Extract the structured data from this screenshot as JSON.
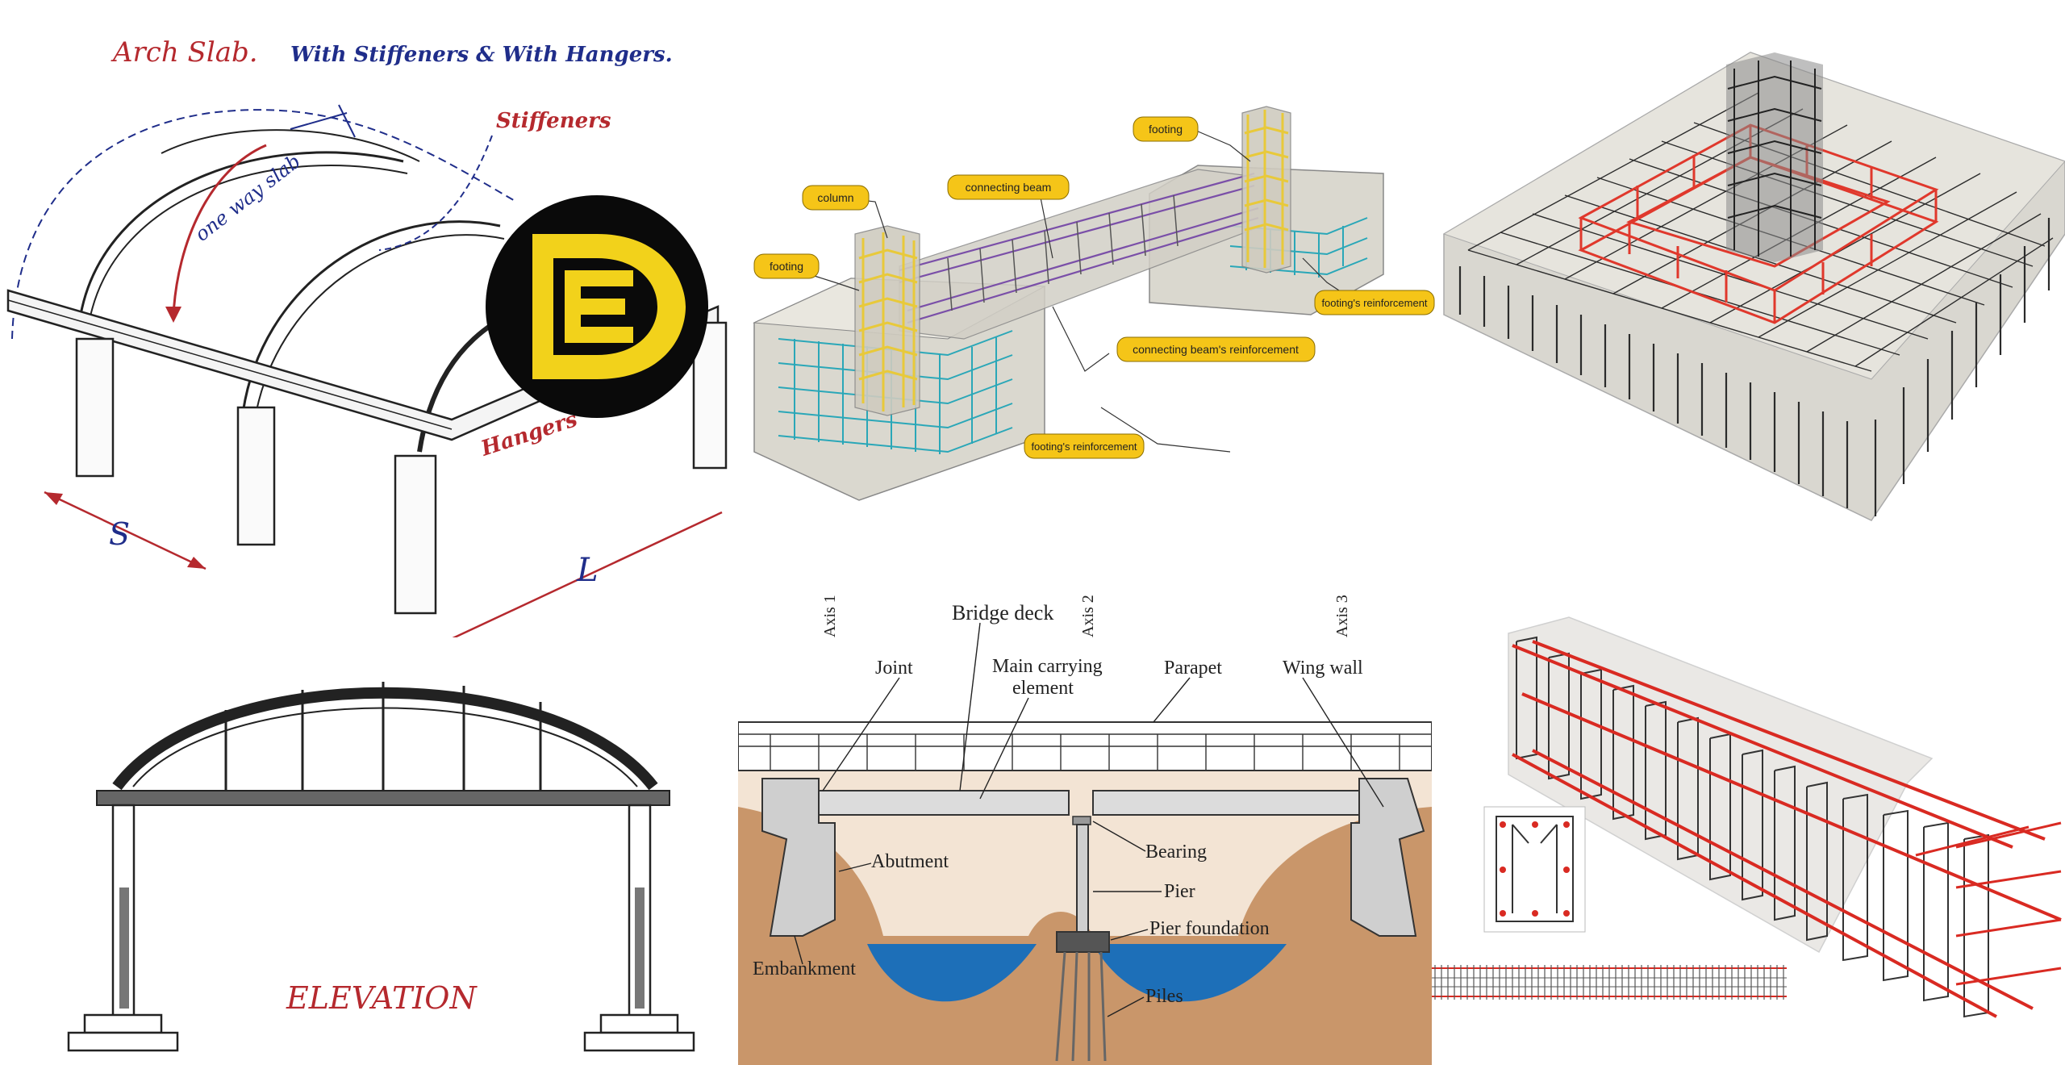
{
  "arch": {
    "title_part1": "Arch Slab.",
    "title_part2": "With Stiffeners & With Hangers.",
    "stiffeners": "Stiffeners",
    "one_way_slab": "one way slab",
    "hangers": "Hangers",
    "s": "S",
    "l": "L"
  },
  "elevation": {
    "label": "ELEVATION"
  },
  "footing": {
    "labels": {
      "column": "column",
      "footing_left": "footing",
      "footing_top": "footing",
      "connecting_beam": "connecting beam",
      "connecting_beam_reinf": "connecting beam's reinforcement",
      "footing_reinf_right": "footing's reinforcement",
      "footing_reinf_bottom": "footing's reinforcement"
    },
    "colors": {
      "label_fill": "#f5c518",
      "rebar_cyan": "#2aa7b8",
      "rebar_purple": "#7a4fa8",
      "column_yellow": "#e8c93a"
    }
  },
  "mat": {
    "colors": {
      "rebar_dark": "#2b2b2b",
      "rebar_red": "#e0382c",
      "concrete": "#d9d7d0"
    }
  },
  "bridge": {
    "axis1": "Axis 1",
    "axis2": "Axis 2",
    "axis3": "Axis 3",
    "bridge_deck": "Bridge deck",
    "joint": "Joint",
    "main_carrying": "Main carrying",
    "element": "element",
    "parapet": "Parapet",
    "wing_wall": "Wing wall",
    "bearing": "Bearing",
    "abutment": "Abutment",
    "pier": "Pier",
    "pier_foundation": "Pier foundation",
    "embankment": "Embankment",
    "piles": "Piles",
    "colors": {
      "soil": "#c9966a",
      "water": "#1d6fb8"
    }
  },
  "logo": {
    "letters": [
      "D",
      "E"
    ],
    "colors": {
      "circle": "#0a0a0a",
      "letter": "#f2d21b"
    }
  },
  "beam": {
    "colors": {
      "rebar_red": "#d92a22",
      "stirrup_dark": "#333333"
    }
  }
}
